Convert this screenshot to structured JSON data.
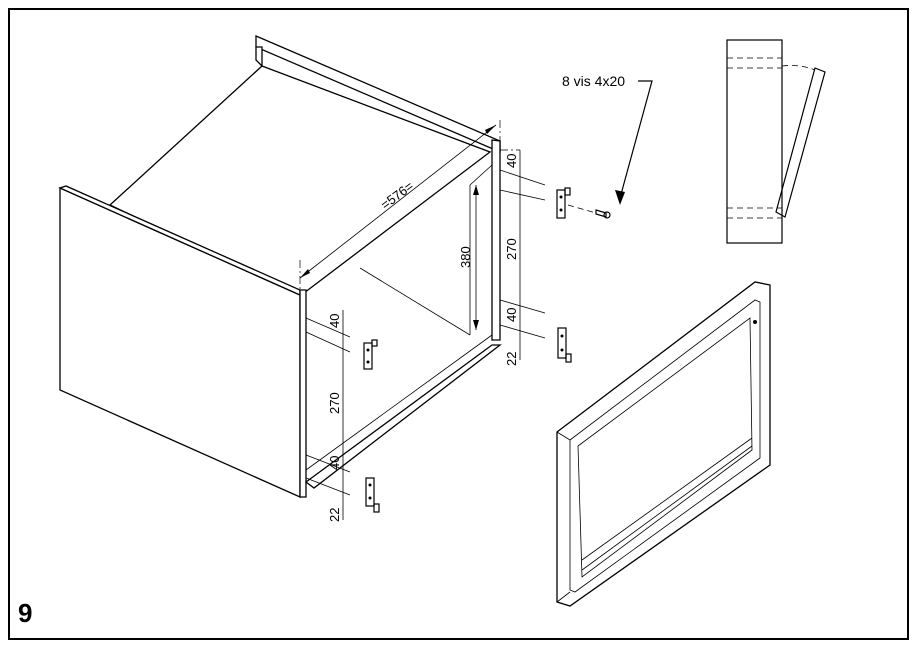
{
  "figure_number": "9",
  "screw_callout": "8 vis 4x20",
  "dimensions": {
    "width": "=576=",
    "height": "380",
    "right_top": "40",
    "right_mid": "270",
    "right_low": "40",
    "right_bottom": "22",
    "left_top": "40",
    "left_mid": "270",
    "left_low": "40",
    "left_bottom": "22"
  }
}
